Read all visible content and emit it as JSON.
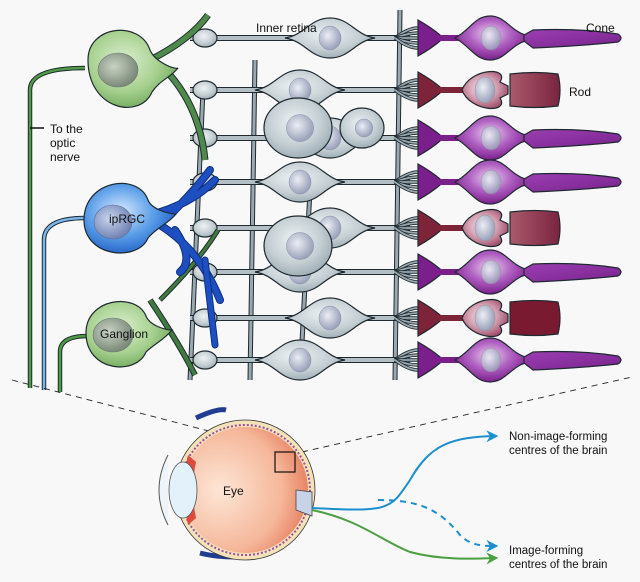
{
  "labels": {
    "inner_retina": "Inner retina",
    "cone": "Cone",
    "rod": "Rod",
    "to_optic_nerve": [
      "To the",
      "optic",
      "nerve"
    ],
    "iprgc": "ipRGC",
    "ganglion": "Ganglion",
    "eye": "Eye",
    "non_image_forming": [
      "Non-image-forming",
      "centres of the brain"
    ],
    "image_forming": [
      "Image-forming",
      "centres of the brain"
    ]
  },
  "colors": {
    "background": "#f8f8f8",
    "ganglion_green": "#8fc27a",
    "ganglion_dark": "#3f7a3f",
    "iprgc_blue": "#2f7fd6",
    "iprgc_dark": "#1446b0",
    "inner_grey": "#b7c3c9",
    "inner_dark": "#6f7f87",
    "cone_purple": "#8a2f9a",
    "rod_maroon": "#8c2f45",
    "eye_orange": "#f0a386",
    "nerve_blue": "#1c8fcf",
    "nerve_green": "#4aa040"
  },
  "cells": {
    "photoreceptors": [
      "cone",
      "rod",
      "cone",
      "cone",
      "rod",
      "cone",
      "rod",
      "cone"
    ]
  }
}
